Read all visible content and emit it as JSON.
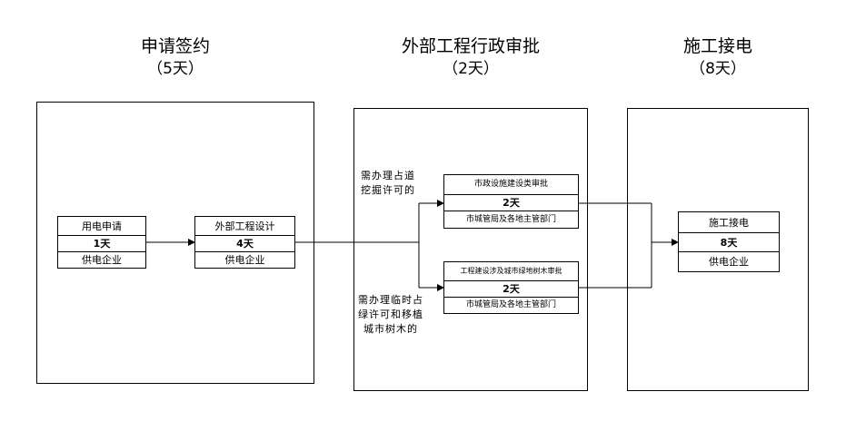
{
  "stages": [
    {
      "title": "申请签约",
      "days": "（5天）"
    },
    {
      "title": "外部工程行政审批",
      "days": "（2天）"
    },
    {
      "title": "施工接电",
      "days": "（8天）"
    }
  ],
  "cards": {
    "apply": {
      "title": "用电申请",
      "days": "1天",
      "org": "供电企业"
    },
    "design": {
      "title": "外部工程设计",
      "days": "4天",
      "org": "供电企业"
    },
    "municipal": {
      "title": "市政设施建设类审批",
      "days": "2天",
      "org": "市城管局及各地主管部门"
    },
    "greening": {
      "title": "工程建设涉及城市绿地树木审批",
      "days": "2天",
      "org": "市城管局及各地主管部门"
    },
    "connect": {
      "title": "施工接电",
      "days": "8天",
      "org": "供电企业"
    }
  },
  "notes": {
    "top": [
      "需办理占道",
      "挖掘许可的"
    ],
    "bottom": [
      "需办理临时占",
      "绿许可和移植",
      "城市树木的"
    ]
  }
}
